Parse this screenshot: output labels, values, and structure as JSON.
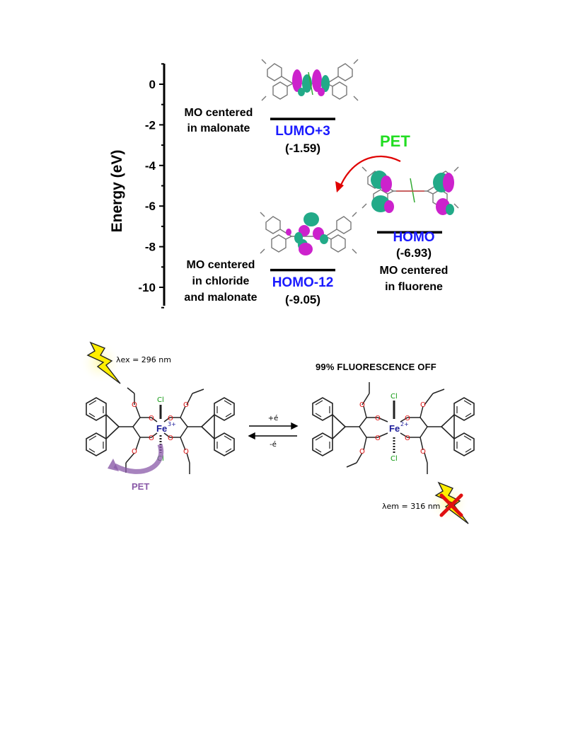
{
  "energy_diagram": {
    "y_axis": {
      "label": "Energy (eV)",
      "ticks": [
        "0",
        "-2",
        "-4",
        "-6",
        "-8",
        "-10"
      ],
      "range": [
        -11,
        1
      ]
    },
    "levels": [
      {
        "id": "lumo3",
        "name": "LUMO+3",
        "value_text": "(-1.59)",
        "energy": -1.59,
        "description_lines": [
          "MO centered",
          "in malonate"
        ]
      },
      {
        "id": "homo",
        "name": "HOMO",
        "value_text": "(-6.93)",
        "energy": -6.93,
        "description_lines": [
          "MO centered",
          "in fluorene"
        ]
      },
      {
        "id": "homo12",
        "name": "HOMO-12",
        "value_text": "(-9.05)",
        "energy": -9.05,
        "description_lines": [
          "MO centered",
          "in chloride",
          "and malonate"
        ]
      }
    ],
    "transfer_label": "PET",
    "colors": {
      "level_name": "#1a1aff",
      "transfer": "#22dd22",
      "arrow": "#e00000",
      "orbital_pos": "#cc22cc",
      "orbital_neg": "#22aa88"
    }
  },
  "scheme": {
    "excitation_label": "λex = 296 nm",
    "emission_label": "λem = 316 nm",
    "fluorescence_status": "99% FLUORESCENCE OFF",
    "forward_label": "+é",
    "reverse_label": "-é",
    "pet_label": "PET",
    "left_complex": {
      "metal": "Fe",
      "charge": "3+",
      "ligand_atoms": [
        "Cl",
        "Cl"
      ]
    },
    "right_complex": {
      "metal": "Fe",
      "charge": "2+",
      "ligand_atoms": [
        "Cl",
        "Cl"
      ]
    },
    "atom_labels": {
      "oxygen": "O"
    },
    "colors": {
      "oxygen": "#dd1111",
      "chlorine": "#119911",
      "iron": "#1a1a99",
      "pet": "#8a5aa8",
      "bolt": "#ffee00",
      "cross": "#e01010"
    }
  }
}
